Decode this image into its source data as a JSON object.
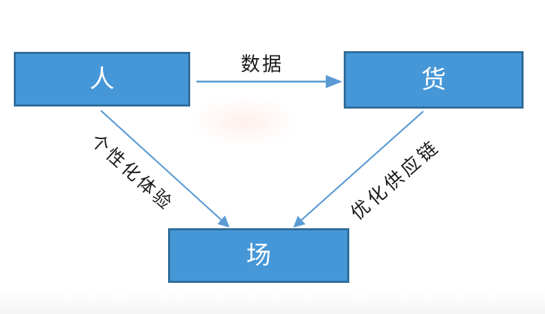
{
  "nodes": [
    {
      "id": "person",
      "label": "人"
    },
    {
      "id": "goods",
      "label": "货"
    },
    {
      "id": "venue",
      "label": "场"
    }
  ],
  "edges": [
    {
      "from": "人",
      "to": "货",
      "label": "数据"
    },
    {
      "from": "人",
      "to": "场",
      "label": "个性化体验"
    },
    {
      "from": "货",
      "to": "场",
      "label": "优化供应链"
    }
  ],
  "colors": {
    "box_fill": "#4697D7",
    "box_border": "#2F6C99",
    "box_text": "#FFFFFF",
    "arrow": "#5B9BD5",
    "label_text": "#1A1A1A",
    "background": "#FFFFFF"
  }
}
